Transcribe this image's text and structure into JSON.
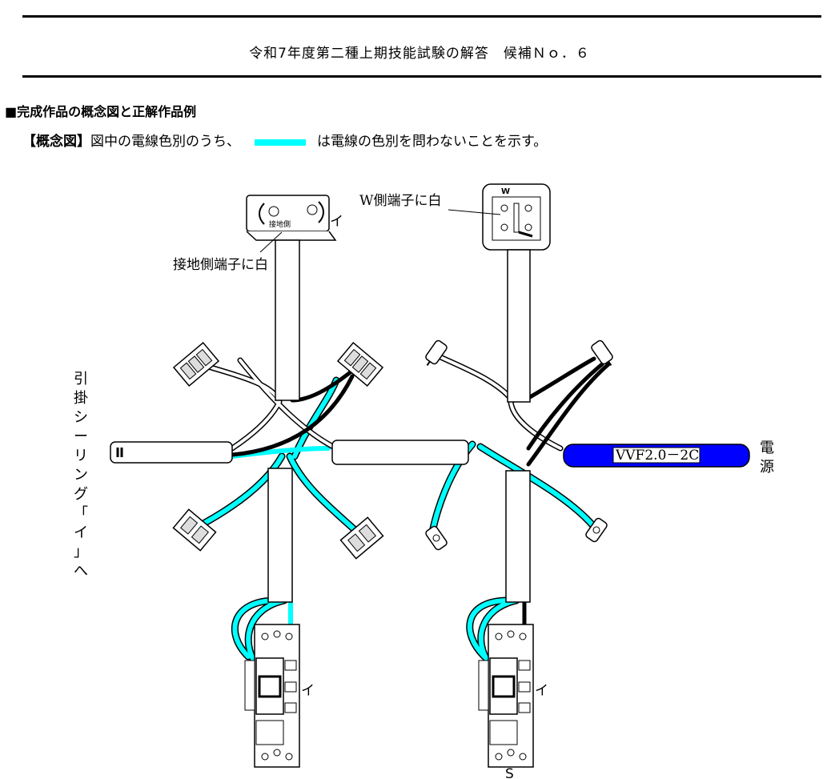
{
  "header": {
    "title": "令和7年度第二種上期技能試験の解答　候補Ｎｏ．６"
  },
  "section": {
    "heading": "■完成作品の概念図と正解作品例"
  },
  "concept": {
    "label": "【概念図】",
    "text_before": "図中の電線色別のうち、",
    "text_after": "は電線の色別を問わないことを示す。",
    "swatch_color": "#00ffff"
  },
  "diagram": {
    "ceiling_label": "接地側端子に白",
    "ceiling_face": "接地側",
    "ceiling_i": "イ",
    "outlet_label": "W側端子に白",
    "outlet_w": "W",
    "left_vertical": [
      "引",
      "掛",
      "シ",
      "ー",
      "リ",
      "ン",
      "グ",
      "「",
      "イ",
      "」",
      "へ"
    ],
    "cable_label": "VVF2.0－2C",
    "source_label": [
      "電",
      "源"
    ],
    "switch1_i": "イ",
    "switch2_i": "イ",
    "switch2_s": "S"
  },
  "colors": {
    "cyan": "#00ffff",
    "blue_cable": "#0000ff",
    "black": "#000000"
  }
}
